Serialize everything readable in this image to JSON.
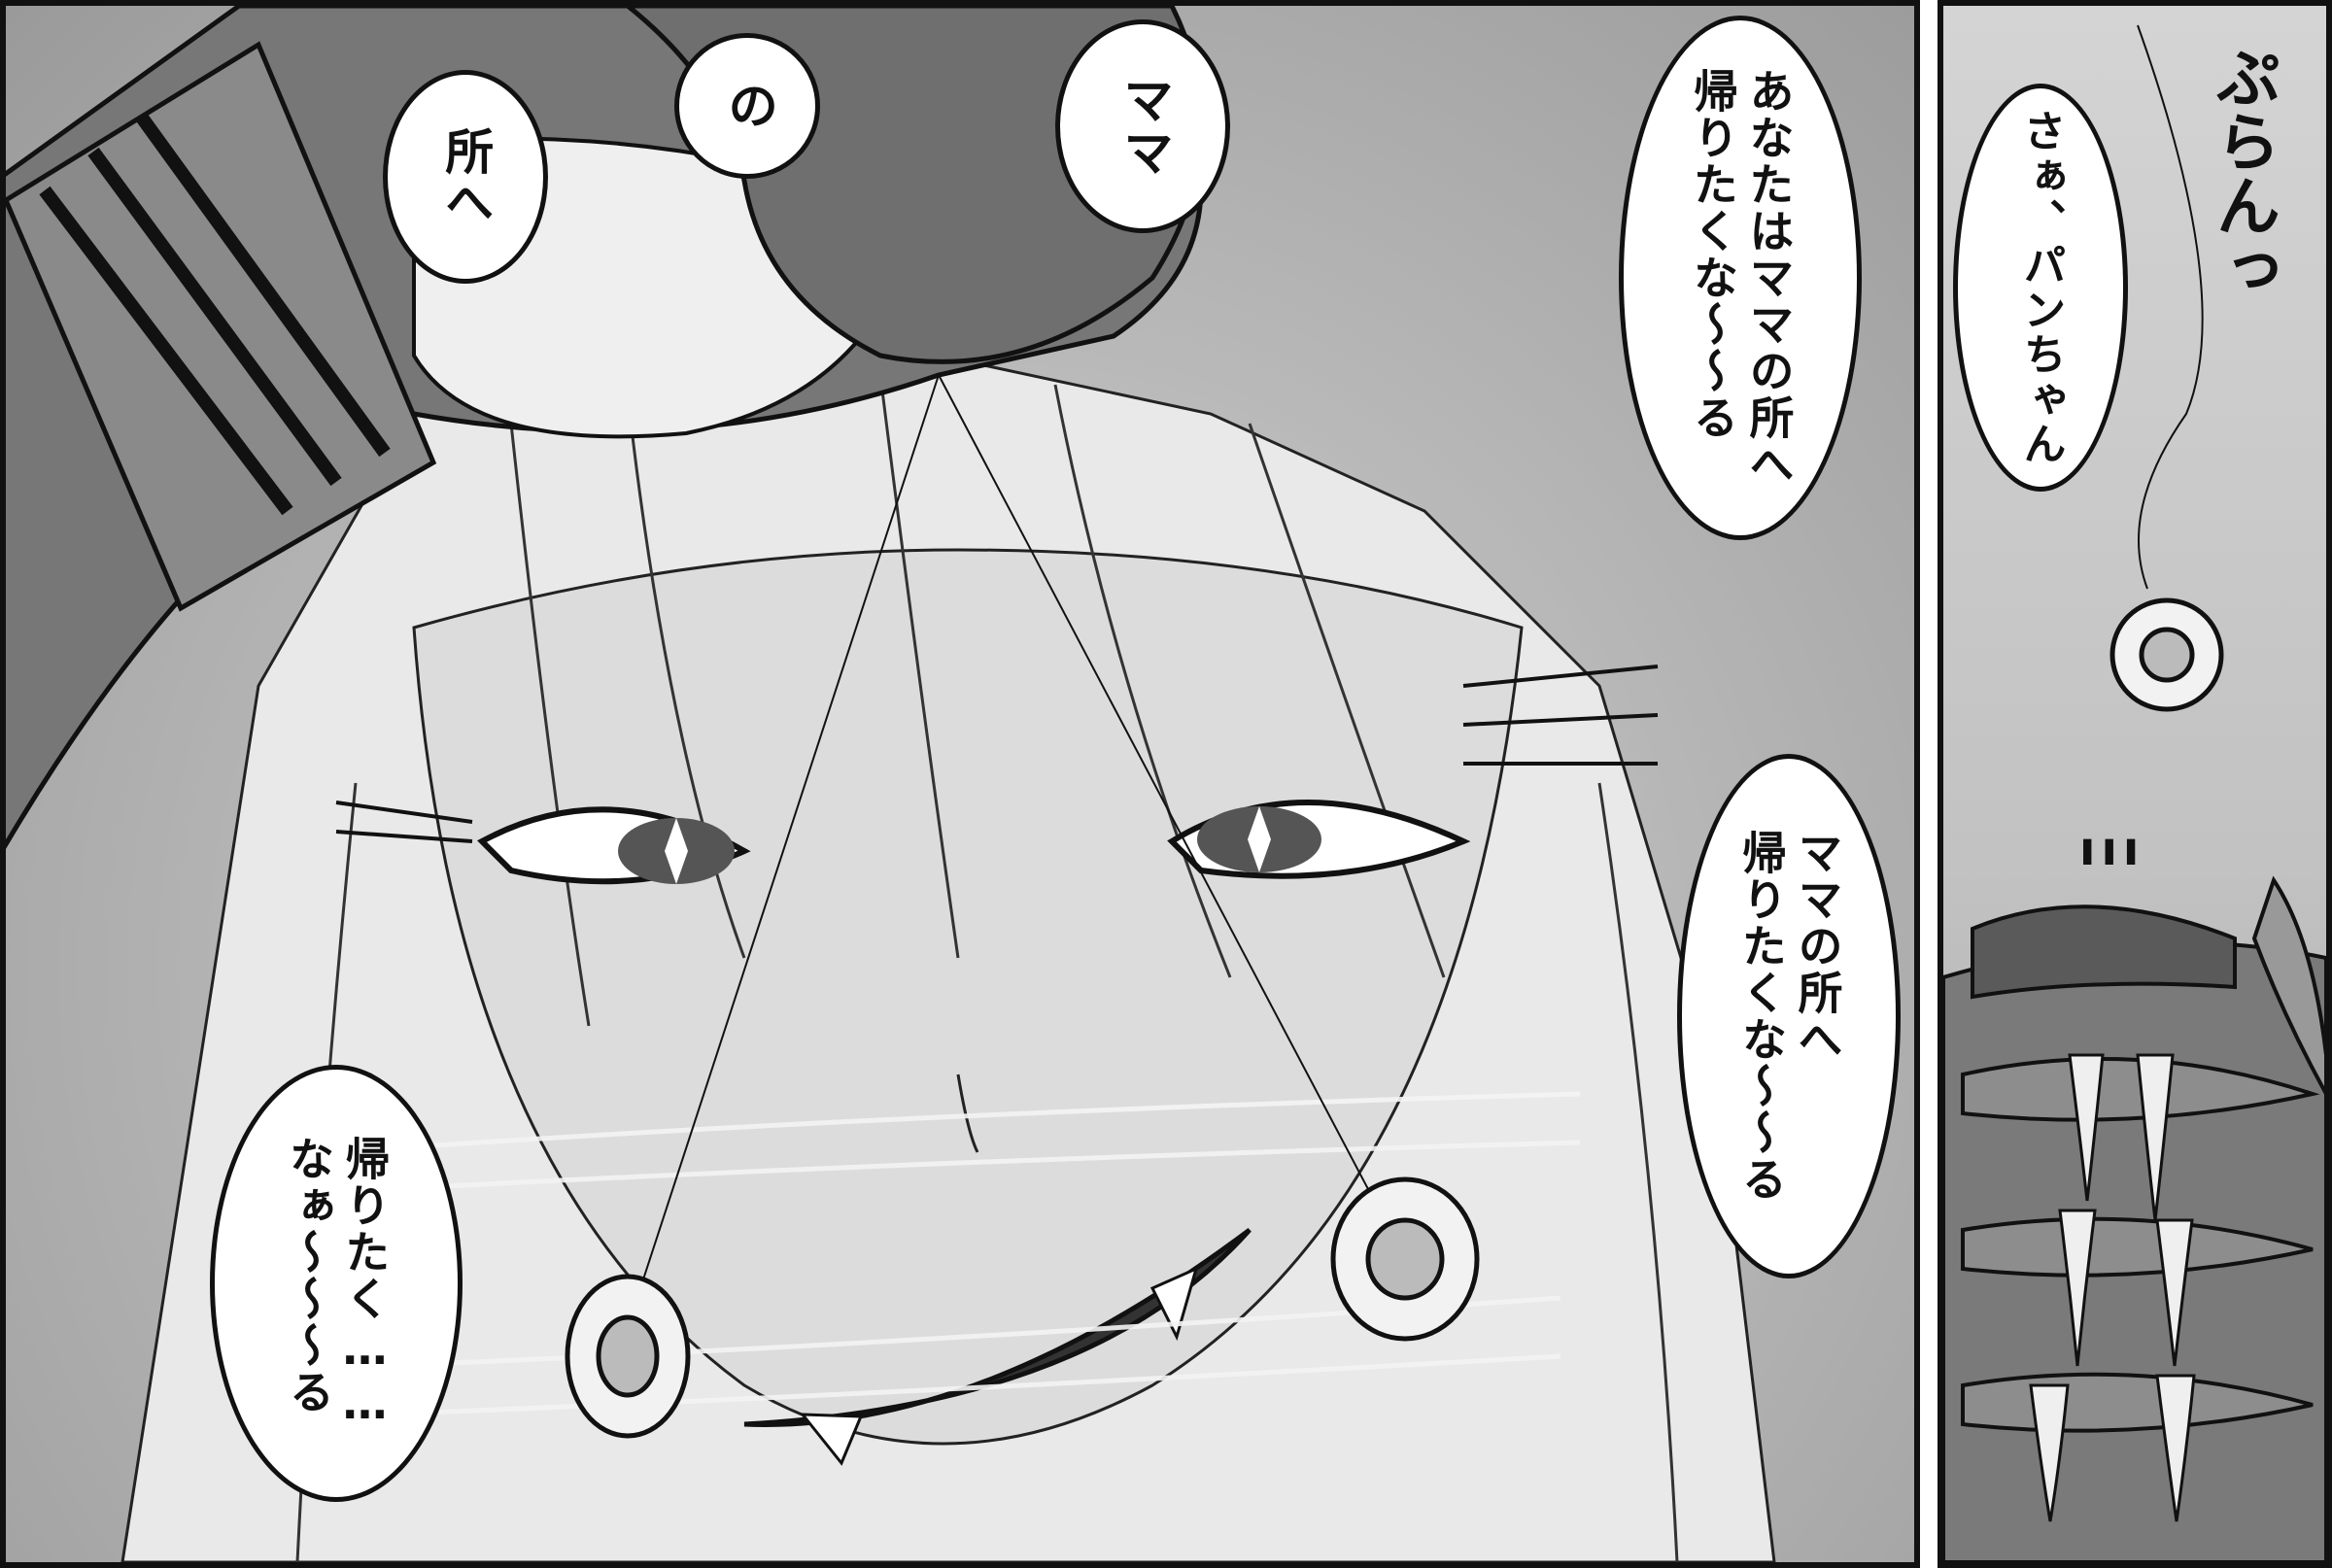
{
  "panel_main": {
    "bubbles": [
      {
        "id": "mama",
        "text": "ママ"
      },
      {
        "id": "no",
        "text": "の"
      },
      {
        "id": "tokoro-he",
        "text": "所へ"
      },
      {
        "id": "anata",
        "text": "あなたはママの所へ\n帰りたくな〜〜る"
      },
      {
        "id": "mama-tokoro",
        "text": "ママの所へ\n帰りたくな〜〜る"
      },
      {
        "id": "kaeritaku",
        "text": "帰りたく……\nなぁ〜〜〜る"
      }
    ]
  },
  "panel_side": {
    "bubble_text": "さぁ、パンちゃん",
    "sfx_swing": "ぷらんっ",
    "sfx_mark": "ııı"
  },
  "colors": {
    "ink": "#111111",
    "screentone": "#a8a8a8",
    "paper": "#ffffff"
  }
}
